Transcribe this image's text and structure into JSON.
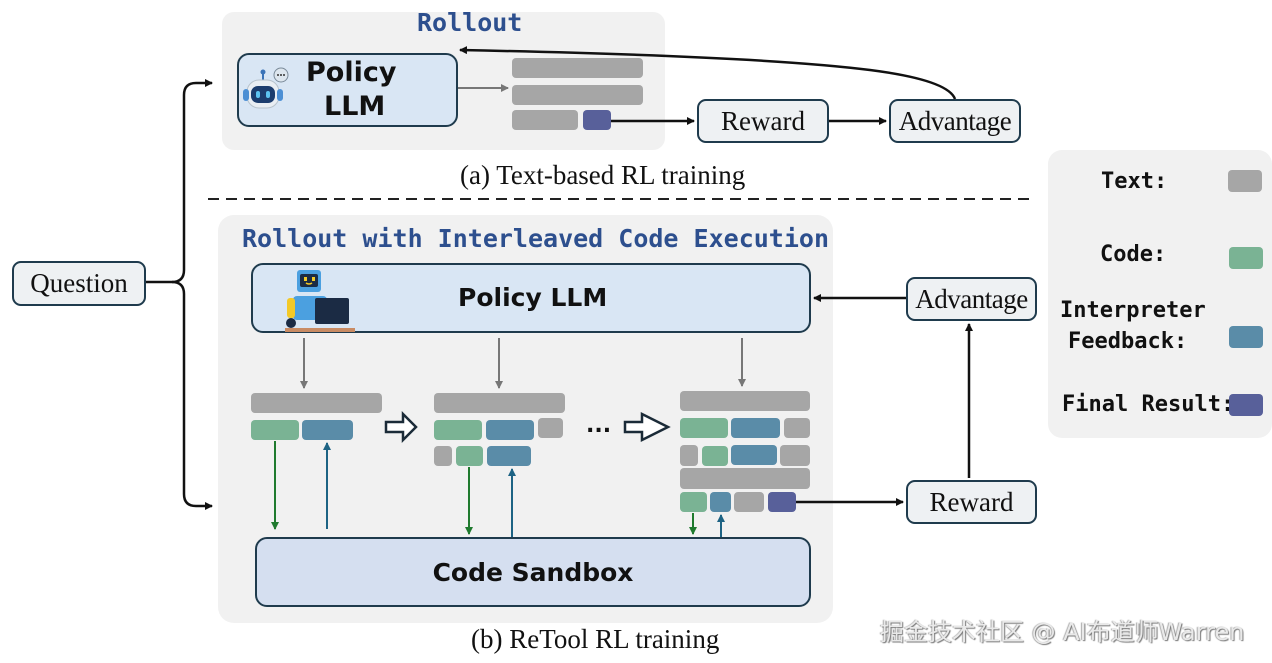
{
  "question": "Question",
  "top": {
    "panel_title": "Rollout",
    "policy_llm_line1": "Policy",
    "policy_llm_line2": "LLM",
    "reward": "Reward",
    "advantage": "Advantage",
    "caption": "(a) Text-based RL training"
  },
  "bottom": {
    "panel_title": "Rollout with Interleaved Code Execution",
    "policy_llm": "Policy LLM",
    "ellipsis": "...",
    "code_sandbox": "Code Sandbox",
    "reward": "Reward",
    "advantage": "Advantage",
    "caption": "(b) ReTool RL training"
  },
  "legend": {
    "items": [
      {
        "label": "Text:",
        "color": "#a6a6a6"
      },
      {
        "label": "Code:",
        "color": "#7ab394"
      },
      {
        "label": "Interpreter\nFeedback:",
        "label_line1": "Interpreter",
        "label_line2": "Feedback:",
        "color": "#5a8ca8"
      },
      {
        "label": "Final Result:",
        "color": "#58609a"
      }
    ]
  },
  "colors": {
    "title_blue": "#2d4f8e",
    "text_block": "#a6a6a6",
    "code_block": "#7ab394",
    "feedback_block": "#5a8ca8",
    "final_block": "#58609a",
    "code_arrow": "#1f7a2e",
    "feedback_arrow": "#1d6384"
  },
  "watermark": "掘金技术社区 @ AI布道师Warren"
}
